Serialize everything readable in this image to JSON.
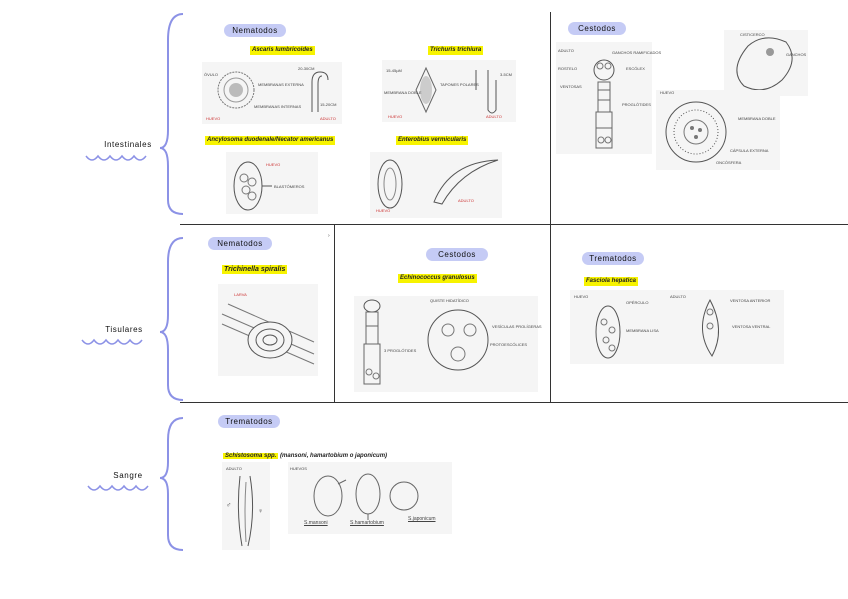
{
  "sections": {
    "intestinales": "Intestinales",
    "tisulares": "Tisulares",
    "sangre": "Sangre"
  },
  "intestinales": {
    "nematodos": {
      "title": "Nematodos",
      "ascaris": {
        "name": "Ascaris lumbricoides",
        "labels": [
          "ÓVULO",
          "20-30CM",
          "MEMBRANAS EXTERNA",
          "MEMBRANAS INTERNAS",
          "15-20CM",
          "HUEVO",
          "ADULTO"
        ]
      },
      "trichuris": {
        "name": "Trichuris trichiura",
        "labels": [
          "15-45µM",
          "TAPONES POLARES",
          "MEMBRANA DOBLE",
          "3-5CM",
          "HUEVO",
          "ADULTO"
        ]
      },
      "ancylostoma": {
        "name": "Ancylosoma duodenale/Necator americanus",
        "labels": [
          "HUEVO",
          "BLASTÓMEROS"
        ]
      },
      "enterobius": {
        "name": "Enterobius vermicularis",
        "labels": [
          "HUEVO",
          "ADULTO"
        ]
      }
    },
    "cestodos": {
      "title": "Cestodos",
      "labels": [
        "ADULTO",
        "GANCHOS RAMIFICADOS",
        "ESCÓLEX",
        "ROSTELO",
        "VENTOSAS",
        "PROGLÓTIDES",
        "HUEVO",
        "CISTICERCO",
        "GANCHOS",
        "MEMBRANA DOBLE",
        "CÁPSULA EXTERNA",
        "ONCÓSFERA"
      ]
    }
  },
  "tisulares": {
    "nematodos": {
      "title": "Nematodos",
      "trichinella": {
        "name": "Trichinella spiralis",
        "labels": [
          "LARVA"
        ]
      }
    },
    "cestodos": {
      "title": "Cestodos",
      "echinococcus": {
        "name": "Echinococcus granulosus",
        "labels": [
          "QUISTE HIDATÍDICO",
          "VESÍCULAS PROLÍGERAS",
          "PROTOESCÓLICES",
          "3 PROGLÓTIDES"
        ]
      }
    },
    "trematodos": {
      "title": "Trematodos",
      "fasciola": {
        "name": "Fasciola hepatica",
        "labels": [
          "HUEVO",
          "OPÉRCULO",
          "MEMBRANA LISA",
          "ADULTO",
          "VENTOSA ANTERIOR",
          "VENTOSA VENTRAL"
        ]
      }
    }
  },
  "sangre": {
    "trematodos": {
      "title": "Trematodos",
      "schistosoma": {
        "name": "Schistosoma spp.",
        "name_rest": " (mansoni, hamartobium o japonicum)",
        "labels": [
          "ADULTO",
          "♂",
          "♀",
          "HUEVOS",
          "S.mansoni",
          "S.hamartobium",
          "S.japonicum"
        ]
      }
    }
  },
  "colors": {
    "pill": "#c5cbf5",
    "brace": "#8c92e6",
    "highlight": "#f7f300"
  }
}
